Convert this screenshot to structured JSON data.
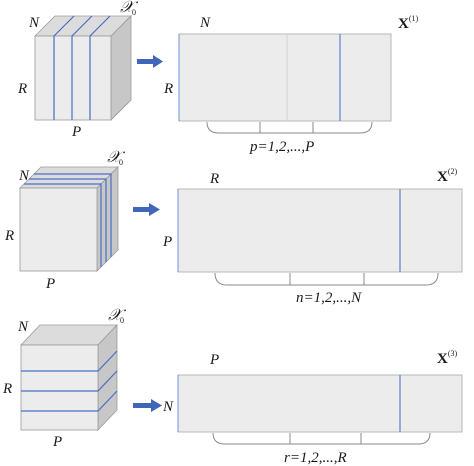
{
  "panels": [
    {
      "tensor_symbol": "𝒳",
      "tensor_subscript": "0",
      "dim_top": "N",
      "dim_left": "R",
      "dim_bottom": "P",
      "matrix_name": "X",
      "matrix_mode": "(1)",
      "matrix_row_label": "R",
      "matrix_col_label": "N",
      "brace_text": "p=1,2,...,P"
    },
    {
      "tensor_symbol": "𝒳",
      "tensor_subscript": "0",
      "dim_top": "N",
      "dim_left": "R",
      "dim_bottom": "P",
      "matrix_name": "X",
      "matrix_mode": "(2)",
      "matrix_row_label": "P",
      "matrix_col_label": "R",
      "brace_text": "n=1,2,...,N"
    },
    {
      "tensor_symbol": "𝒳",
      "tensor_subscript": "0",
      "dim_top": "N",
      "dim_left": "R",
      "dim_bottom": "P",
      "matrix_name": "X",
      "matrix_mode": "(3)",
      "matrix_row_label": "N",
      "matrix_col_label": "P",
      "brace_text": "r=1,2,...,R"
    }
  ]
}
